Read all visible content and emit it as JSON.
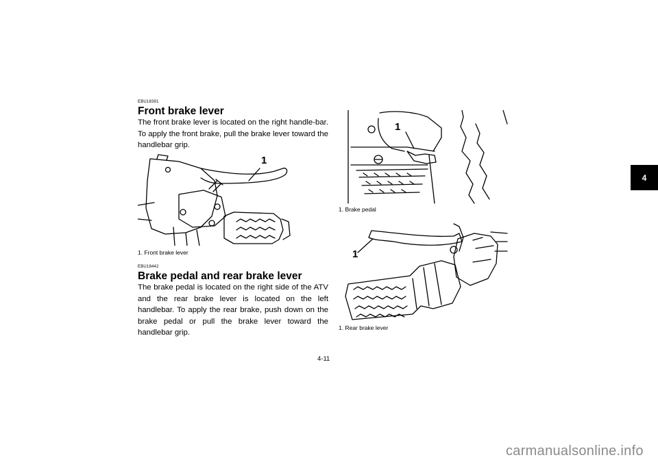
{
  "left_column": {
    "section1": {
      "code": "EBU18391",
      "title": "Front brake lever",
      "body": "The front brake lever is located on the right handle-bar. To apply the front brake, pull the brake lever toward the handlebar grip."
    },
    "figure1": {
      "number": "1",
      "caption": "1. Front brake lever"
    },
    "section2": {
      "code": "EBU18442",
      "title": "Brake pedal and rear brake lever",
      "body": "The brake pedal is located on the right side of the ATV and the rear brake lever is located on the left handlebar. To apply the rear brake, push down on the brake pedal or pull the brake lever toward the handlebar grip."
    }
  },
  "right_column": {
    "figure2": {
      "number": "1",
      "caption": "1. Brake pedal"
    },
    "figure3": {
      "number": "1",
      "caption": "1. Rear brake lever"
    }
  },
  "chapter_tab": "4",
  "page_number": "4-11",
  "watermark": "carmanualsonline.info"
}
